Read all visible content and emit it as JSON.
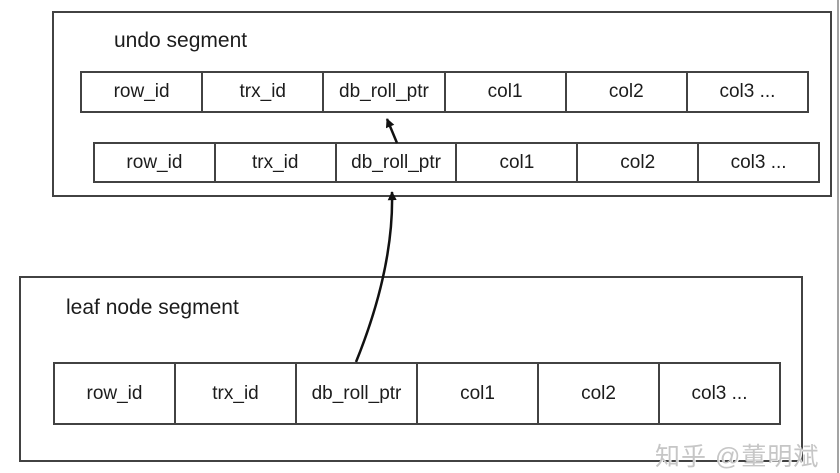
{
  "colors": {
    "background": "#ffffff",
    "border": "#424242",
    "text": "#1c1c1c",
    "arrow": "#111111",
    "watermark": "#c6c6c6",
    "right_edge_line": "#a3a3a3"
  },
  "undo_segment": {
    "title": "undo segment",
    "rows": [
      {
        "cells": [
          "row_id",
          "trx_id",
          "db_roll_ptr",
          "col1",
          "col2",
          "col3 ..."
        ]
      },
      {
        "cells": [
          "row_id",
          "trx_id",
          "db_roll_ptr",
          "col1",
          "col2",
          "col3 ..."
        ]
      }
    ]
  },
  "leaf_node_segment": {
    "title": "leaf node segment",
    "rows": [
      {
        "cells": [
          "row_id",
          "trx_id",
          "db_roll_ptr",
          "col1",
          "col2",
          "col3 ..."
        ]
      }
    ]
  },
  "arrows": [
    {
      "name": "undo-row2-to-undo-row1",
      "from": "undo segment row 2 db_roll_ptr",
      "to": "undo segment row 1 db_roll_ptr"
    },
    {
      "name": "leaf-row-to-undo-row2",
      "from": "leaf node segment row db_roll_ptr",
      "to": "undo segment row 2 db_roll_ptr"
    }
  ],
  "watermark": "知乎 @董明斌"
}
